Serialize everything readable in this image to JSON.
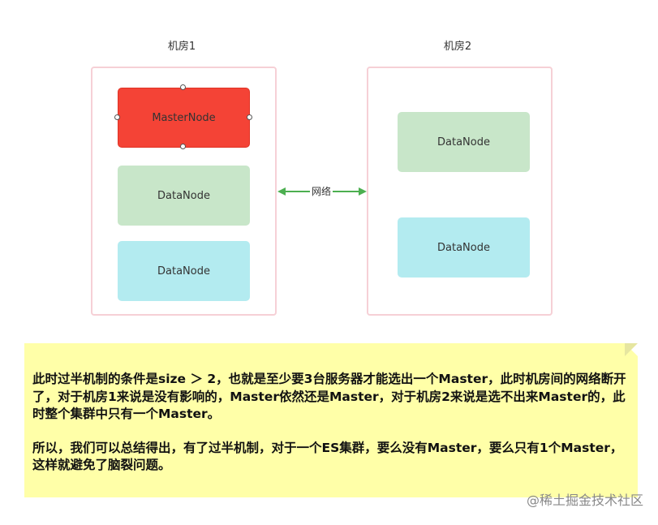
{
  "rooms": [
    {
      "title": "机房1",
      "nodes": [
        "MasterNode",
        "DataNode",
        "DataNode"
      ]
    },
    {
      "title": "机房2",
      "nodes": [
        "DataNode",
        "DataNode"
      ]
    }
  ],
  "network_label": "网络",
  "colors": {
    "master": "#f44336",
    "data_green": "#c8e6c9",
    "data_cyan": "#b3ebf0",
    "room_border": "#f6d0d6",
    "link": "#4caf50",
    "note_bg": "#ffffa8"
  },
  "note": {
    "paragraph1": "此时过半机制的条件是size ＞ 2，也就是至少要3台服务器才能选出一个Master，此时机房间的网络断开了，对于机房1来说是没有影响的，Master依然还是Master，对于机房2来说是选不出来Master的，此时整个集群中只有一个Master。",
    "paragraph2": "所以，我们可以总结得出，有了过半机制，对于一个ES集群，要么没有Master，要么只有1个Master，这样就避免了脑裂问题。"
  },
  "watermark": "@稀土掘金技术社区"
}
